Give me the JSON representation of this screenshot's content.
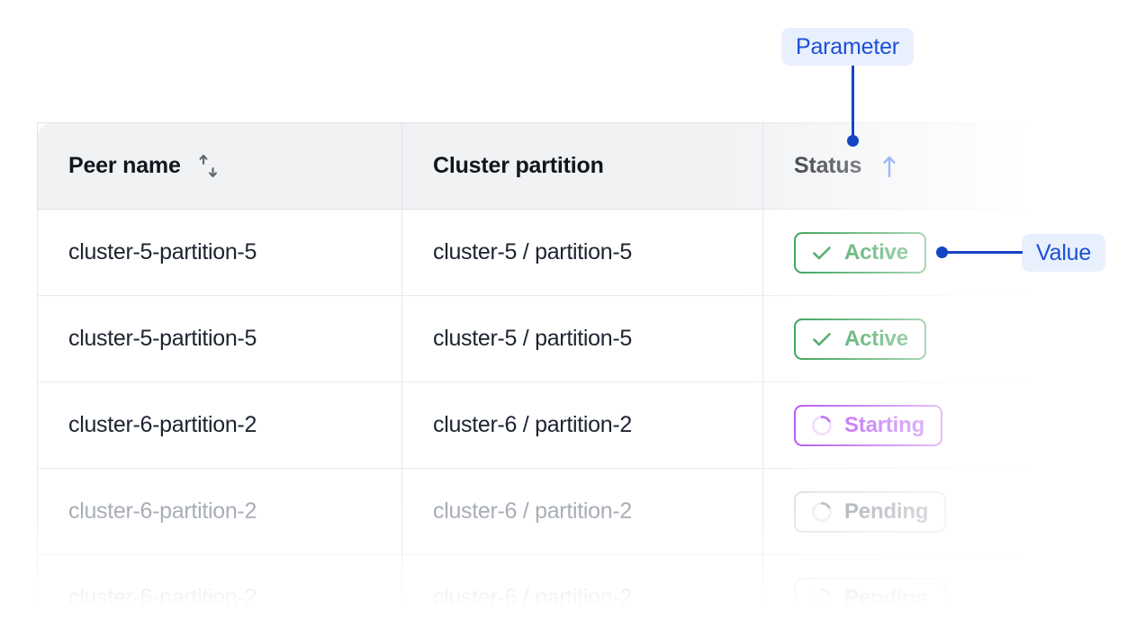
{
  "table": {
    "columns": [
      {
        "key": "peer_name",
        "label": "Peer name",
        "sort_icon": "sort-updown-icon",
        "sort_state": "unsorted"
      },
      {
        "key": "cluster_partition",
        "label": "Cluster partition",
        "sort_icon": "none",
        "sort_state": "none"
      },
      {
        "key": "status",
        "label": "Status",
        "sort_icon": "sort-up-icon",
        "sort_state": "ascending"
      }
    ],
    "rows": [
      {
        "peer_name": "cluster-5-partition-5",
        "cluster_partition": "cluster-5 / partition-5",
        "status": "Active",
        "status_kind": "active",
        "status_icon": "check-icon",
        "dim": false
      },
      {
        "peer_name": "cluster-5-partition-5",
        "cluster_partition": "cluster-5 / partition-5",
        "status": "Active",
        "status_kind": "active",
        "status_icon": "check-icon",
        "dim": false
      },
      {
        "peer_name": "cluster-6-partition-2",
        "cluster_partition": "cluster-6 / partition-2",
        "status": "Starting",
        "status_kind": "starting",
        "status_icon": "spinner-icon",
        "dim": false
      },
      {
        "peer_name": "cluster-6-partition-2",
        "cluster_partition": "cluster-6 / partition-2",
        "status": "Pending",
        "status_kind": "pending",
        "status_icon": "spinner-icon",
        "dim": true
      },
      {
        "peer_name": "cluster-6-partition-2",
        "cluster_partition": "cluster-6 / partition-2",
        "status": "Pending",
        "status_kind": "pending",
        "status_icon": "spinner-icon",
        "dim": true
      }
    ]
  },
  "annotations": {
    "parameter": {
      "label": "Parameter",
      "target": "status-column-header"
    },
    "value": {
      "label": "Value",
      "target": "status-badge-row-1"
    }
  },
  "colors": {
    "annotation_text": "#1c4fd8",
    "annotation_pill_bg": "#e9f0fd",
    "annotation_line": "#1544c4",
    "header_bg": "#f1f2f4",
    "active_green": "#0a8a2a",
    "starting_purple": "#a32cf0",
    "pending_gray": "#868c96",
    "sort_active_blue": "#2563eb",
    "sort_idle_gray": "#5e6470"
  }
}
